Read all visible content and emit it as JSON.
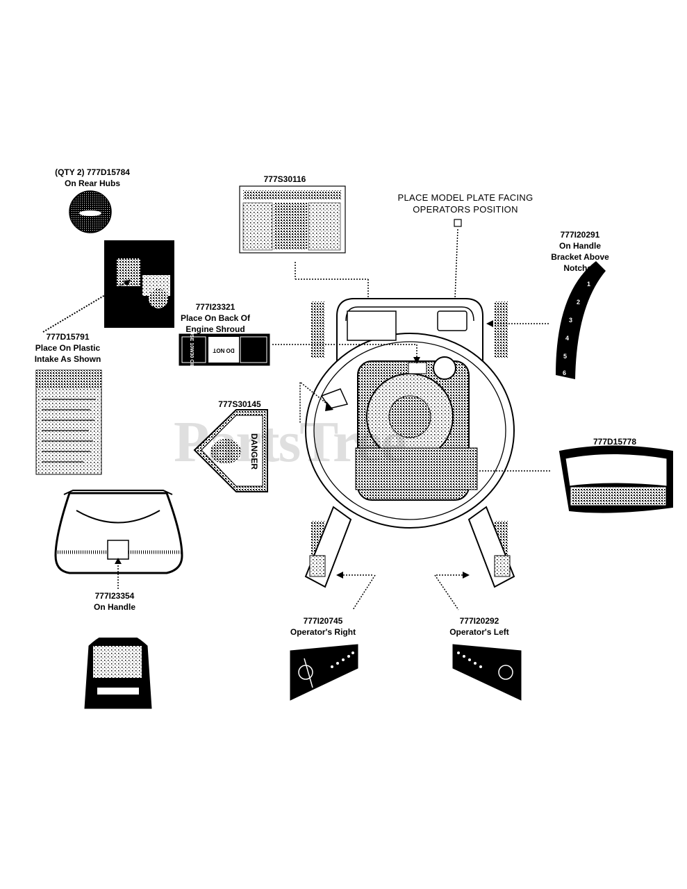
{
  "labels": {
    "rear_hubs": {
      "line1": "(QTY 2) 777D15784",
      "line2": "On Rear Hubs"
    },
    "plastic_intake": {
      "line1": "777D15791",
      "line2": "Place On Plastic",
      "line3": "Intake As Shown"
    },
    "top_decal": {
      "line1": "777S30116"
    },
    "model_plate": {
      "line1": "PLACE MODEL PLATE FACING",
      "line2": "OPERATORS POSITION"
    },
    "handle_bracket": {
      "line1": "777I20291",
      "line2": "On Handle",
      "line3": "Bracket Above",
      "line4": "Notches"
    },
    "engine_shroud": {
      "line1": "777I23321",
      "line2": "Place On Back Of",
      "line3": "Engine Shroud"
    },
    "danger_decal": {
      "line1": "777S30145"
    },
    "cub_decal": {
      "line1": "777D15778"
    },
    "handle": {
      "line1": "777I23354",
      "line2": "On Handle"
    },
    "operator_right": {
      "line1": "777I20745",
      "line2": "Operator's Right"
    },
    "operator_left": {
      "line1": "777I20292",
      "line2": "Operator's Left"
    }
  },
  "decal_text": {
    "oil": "USE 10W30 OIL",
    "do_not": "DO NOT",
    "danger": "DANGER",
    "notch_numbers": [
      "1",
      "2",
      "3",
      "4",
      "5",
      "6"
    ]
  },
  "watermark": "PartsTree"
}
